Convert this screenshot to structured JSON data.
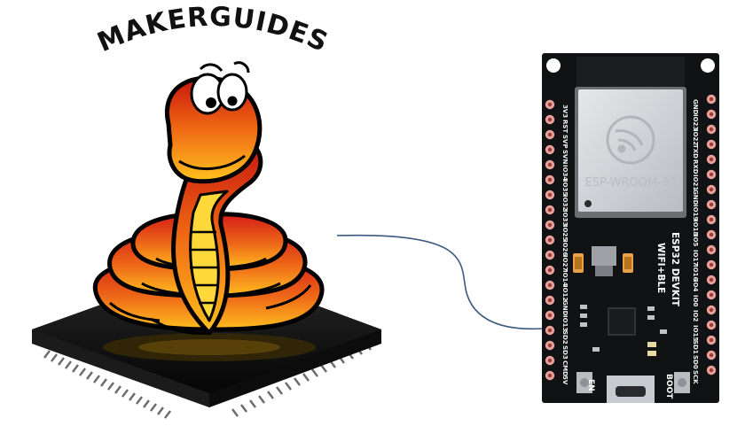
{
  "brand": {
    "title": "MAKERGUIDES"
  },
  "board": {
    "module_label": "ESP-WROOM-32",
    "name_line1": "ESP32 DEVKIT",
    "name_line2": "WIFI+BLE",
    "button_left": "EN",
    "button_right": "BOOT",
    "left_pins": [
      "3V3",
      "RST",
      "SVP",
      "SVN",
      "IO34",
      "IO35",
      "IO32",
      "IO33",
      "IO25",
      "IO26",
      "IO27",
      "IO14",
      "IO12",
      "GND",
      "IO13",
      "SD2",
      "SD3",
      "CMD",
      "5V"
    ],
    "right_pins": [
      "GND",
      "IO23",
      "IO22",
      "TXD",
      "RXD",
      "IO21",
      "GND",
      "IO19",
      "IO18",
      "IO5",
      "IO17",
      "IO16",
      "IO4",
      "IO0",
      "IO2",
      "IO15",
      "SD1",
      "SD0",
      "SCK"
    ]
  },
  "colors": {
    "board": "#111214",
    "pad": "#e8a09a",
    "pad_hole": "#9c3c37",
    "shield": "#cfd2d6",
    "cable": "#3b5a80",
    "snake_red": "#d71f1c",
    "snake_orange": "#f08a15",
    "snake_yellow": "#ffd32a",
    "chip": "#121212"
  },
  "icons": {
    "logo": "micropython-snake-icon",
    "wifi_logo": "espressif-logo-icon"
  }
}
